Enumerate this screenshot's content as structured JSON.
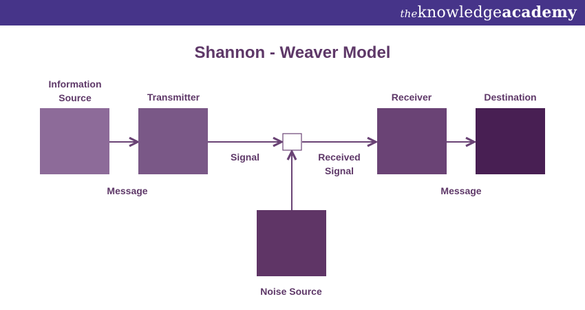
{
  "brand": {
    "prefix": "the",
    "main": "knowledge",
    "suffix": "academy"
  },
  "diagram": {
    "title": "Shannon - Weaver Model",
    "nodes": {
      "information_source": {
        "line1": "Information",
        "line2": "Source",
        "color": "#8d6b99"
      },
      "transmitter": {
        "label": "Transmitter",
        "color": "#7a5887"
      },
      "receiver": {
        "label": "Receiver",
        "color": "#6a4375"
      },
      "destination": {
        "label": "Destination",
        "color": "#481f53"
      },
      "noise_source": {
        "label": "Noise Source",
        "color": "#5f3566"
      }
    },
    "edges": {
      "message_left": "Message",
      "signal": "Signal",
      "received_signal_line1": "Received",
      "received_signal_line2": "Signal",
      "message_right": "Message"
    },
    "line_color": "#6a4375"
  }
}
